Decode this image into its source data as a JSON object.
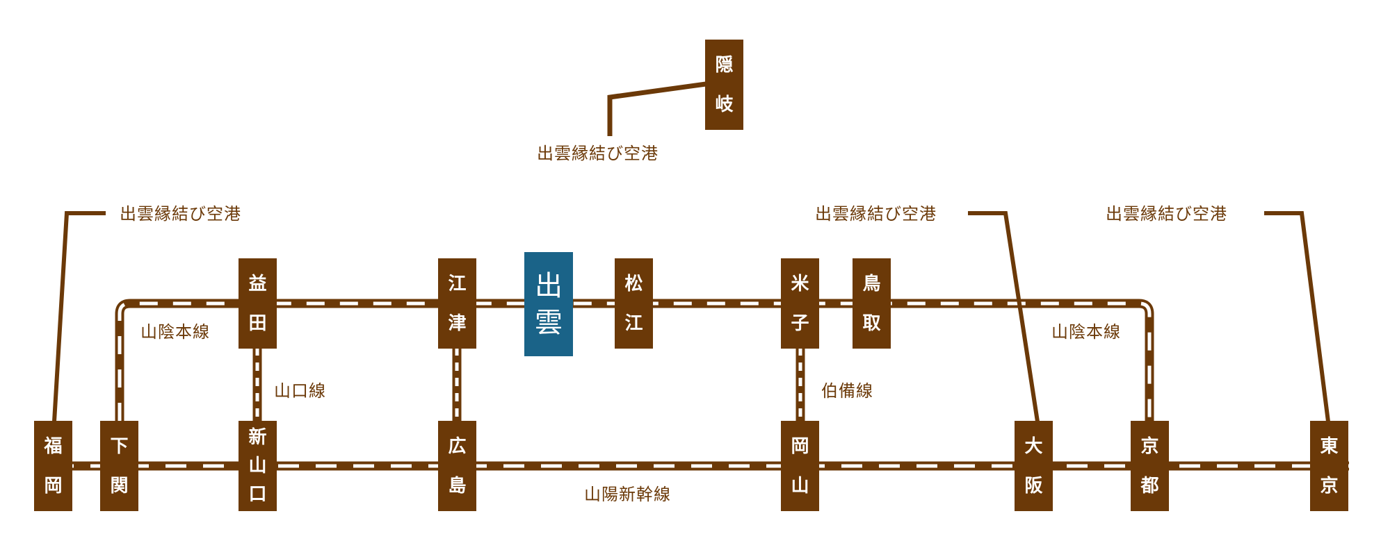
{
  "colors": {
    "line": "#6b3908",
    "hub": "#1a6388",
    "dash": "#ffffff",
    "background": "#ffffff"
  },
  "stations": {
    "oki": {
      "chars": [
        "隠",
        "岐"
      ]
    },
    "masuda": {
      "chars": [
        "益",
        "田"
      ]
    },
    "gotsu": {
      "chars": [
        "江",
        "津"
      ]
    },
    "izumo": {
      "chars": [
        "出",
        "雲"
      ]
    },
    "matsue": {
      "chars": [
        "松",
        "江"
      ]
    },
    "yonago": {
      "chars": [
        "米",
        "子"
      ]
    },
    "tottori": {
      "chars": [
        "鳥",
        "取"
      ]
    },
    "fukuoka": {
      "chars": [
        "福",
        "岡"
      ]
    },
    "shimonoseki": {
      "chars": [
        "下",
        "関"
      ]
    },
    "shinyamaguchi": {
      "chars": [
        "新",
        "山",
        "口"
      ]
    },
    "hiroshima": {
      "chars": [
        "広",
        "島"
      ]
    },
    "okayama": {
      "chars": [
        "岡",
        "山"
      ]
    },
    "osaka": {
      "chars": [
        "大",
        "阪"
      ]
    },
    "kyoto": {
      "chars": [
        "京",
        "都"
      ]
    },
    "tokyo": {
      "chars": [
        "東",
        "京"
      ]
    }
  },
  "airport_labels": {
    "oki": "出雲縁結び空港",
    "fukuoka": "出雲縁結び空港",
    "osaka": "出雲縁結び空港",
    "tokyo": "出雲縁結び空港"
  },
  "line_labels": {
    "sanin_west": "山陰本線",
    "sanin_east": "山陰本線",
    "yamaguchi": "山口線",
    "hakubi": "伯備線",
    "sanyo_shinkansen": "山陽新幹線"
  }
}
